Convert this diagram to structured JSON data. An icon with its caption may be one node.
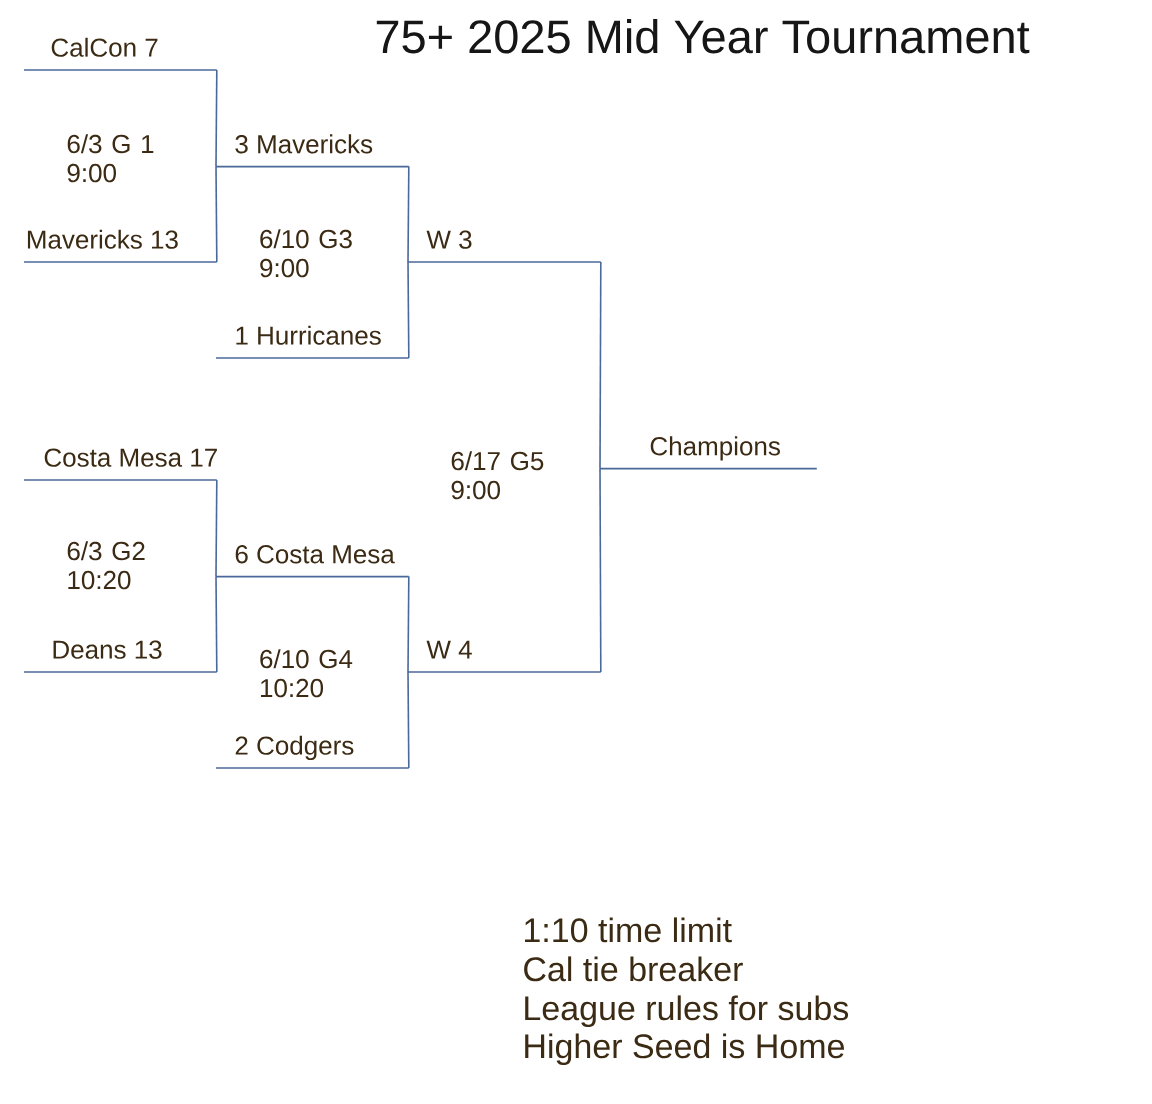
{
  "diagram": {
    "title": "75+ 2025 Mid Year Tournament",
    "nodes": [
      {
        "text": [
          "CalCon 7"
        ]
      },
      {
        "text": [
          "3 Mavericks"
        ]
      },
      {
        "text": [
          "Mavericks 13"
        ]
      },
      {
        "text": [
          "W 3"
        ]
      },
      {
        "text": [
          "1 Hurricanes"
        ]
      },
      {
        "text": [
          "Champions"
        ]
      },
      {
        "text": [
          "Costa Mesa 17"
        ]
      },
      {
        "text": [
          "6 Costa Mesa"
        ]
      },
      {
        "text": [
          "Deans 13"
        ]
      },
      {
        "text": [
          "W 4"
        ]
      },
      {
        "text": [
          "2 Codgers"
        ]
      }
    ],
    "edges": [
      {
        "from": 0,
        "to": 1,
        "arrow": "none"
      },
      {
        "from": 2,
        "to": 1,
        "arrow": "none"
      },
      {
        "from": 1,
        "to": 3,
        "arrow": "none"
      },
      {
        "from": 4,
        "to": 3,
        "arrow": "none"
      },
      {
        "from": 6,
        "to": 7,
        "arrow": "none"
      },
      {
        "from": 8,
        "to": 7,
        "arrow": "none"
      },
      {
        "from": 7,
        "to": 9,
        "arrow": "none"
      },
      {
        "from": 10,
        "to": 9,
        "arrow": "none"
      },
      {
        "from": 3,
        "to": 5,
        "arrow": "none"
      },
      {
        "from": 9,
        "to": 5,
        "arrow": "none"
      }
    ],
    "labels": [
      "6/3 G 1 9:00",
      "6/10 G3 9:00",
      "6/17 G5 9:00",
      "6/3 G2 10:20",
      "6/10 G4 10:20",
      "1:10 time limit",
      "Cal tie breaker",
      "League rules for subs",
      "Higher Seed is Home"
    ]
  }
}
